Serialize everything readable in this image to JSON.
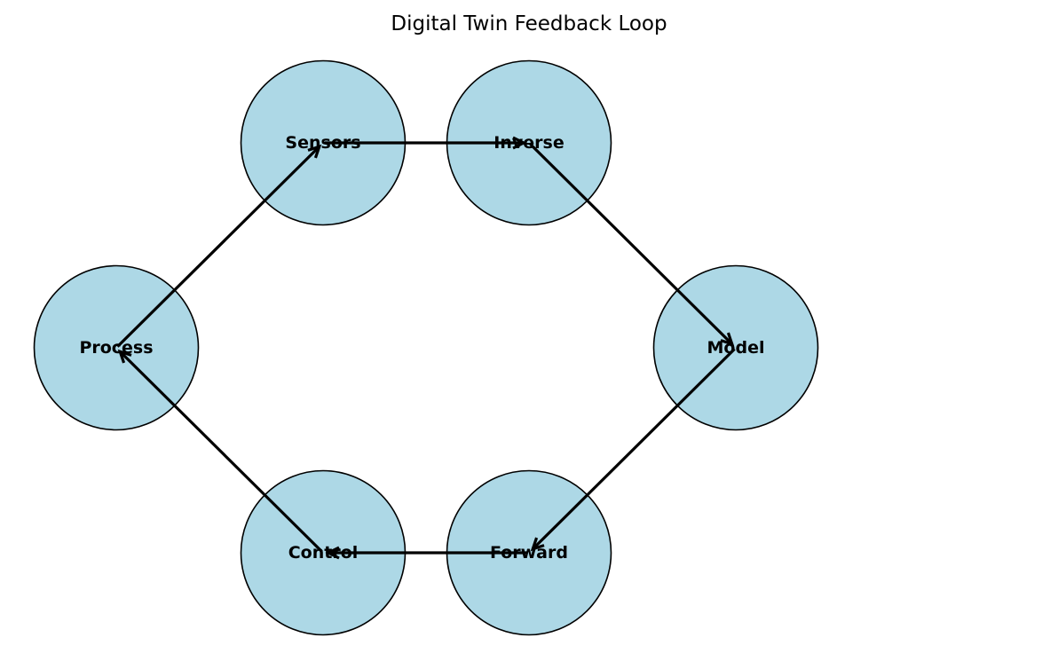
{
  "diagram": {
    "title": "Digital Twin Feedback Loop",
    "node_fill": "#add8e6",
    "edge_color": "#000000",
    "nodes": [
      {
        "id": "sensors",
        "label": "Sensors"
      },
      {
        "id": "inverse",
        "label": "Inverse"
      },
      {
        "id": "model",
        "label": "Model"
      },
      {
        "id": "forward",
        "label": "Forward"
      },
      {
        "id": "control",
        "label": "Control"
      },
      {
        "id": "process",
        "label": "Process"
      }
    ],
    "edges": [
      {
        "from": "process",
        "to": "sensors"
      },
      {
        "from": "sensors",
        "to": "inverse"
      },
      {
        "from": "inverse",
        "to": "model"
      },
      {
        "from": "model",
        "to": "forward"
      },
      {
        "from": "forward",
        "to": "control"
      },
      {
        "from": "control",
        "to": "process"
      }
    ]
  }
}
